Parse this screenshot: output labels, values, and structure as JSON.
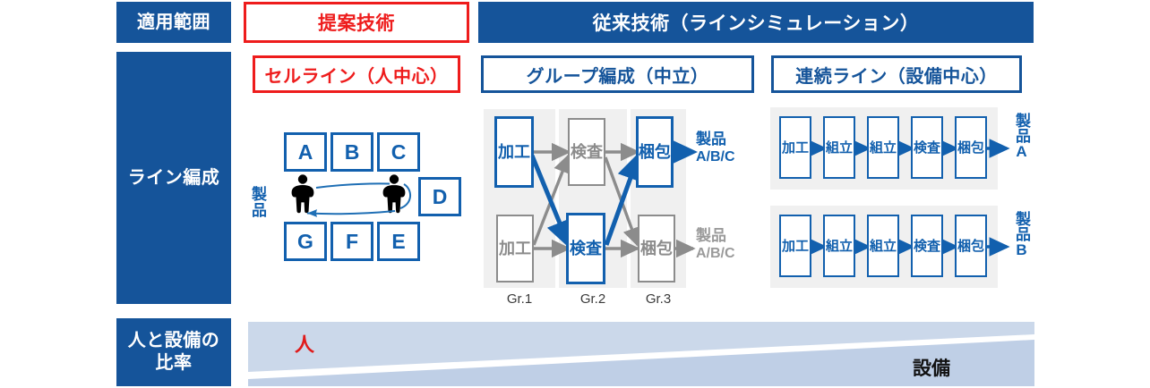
{
  "rows": {
    "scope_label": "適用範囲",
    "line_label": "ライン編成",
    "ratio_label_1": "人と設備の",
    "ratio_label_2": "比率"
  },
  "headers": {
    "proposed": "提案技術",
    "conventional": "従来技術（ラインシミュレーション）"
  },
  "subheaders": {
    "cell": "セルライン（人中心）",
    "group": "グループ編成（中立）",
    "continuous": "連続ライン（設備中心）"
  },
  "cell_line": {
    "product_label": "製品",
    "top_row": [
      "A",
      "B",
      "C"
    ],
    "right_box": "D",
    "bottom_row": [
      "G",
      "F",
      "E"
    ],
    "worker_icon": "person-icon",
    "worker_count": 2
  },
  "group_line": {
    "group_labels": [
      "Gr.1",
      "Gr.2",
      "Gr.3"
    ],
    "top_stages": [
      "加工",
      "検査",
      "梱包"
    ],
    "bottom_stages": [
      "加工",
      "検査",
      "梱包"
    ],
    "top_highlight": [
      true,
      false,
      true
    ],
    "bottom_highlight": [
      false,
      true,
      false
    ],
    "top_output": "製品",
    "top_output_sub": "A/B/C",
    "bottom_output": "製品",
    "bottom_output_sub": "A/B/C"
  },
  "continuous_line": {
    "stages": [
      "加工",
      "組立",
      "組立",
      "検査",
      "梱包"
    ],
    "output_a": "製品A",
    "output_b": "製品B"
  },
  "ratio": {
    "person": "人",
    "equipment": "設備"
  },
  "colors": {
    "brand_blue": "#15549A",
    "box_blue": "#1260AE",
    "accent_red": "#EE1C1C",
    "gray": "#8C8C8C",
    "band_gray": "#F0F0F0",
    "ratio_blue": "#C6D4E8"
  }
}
